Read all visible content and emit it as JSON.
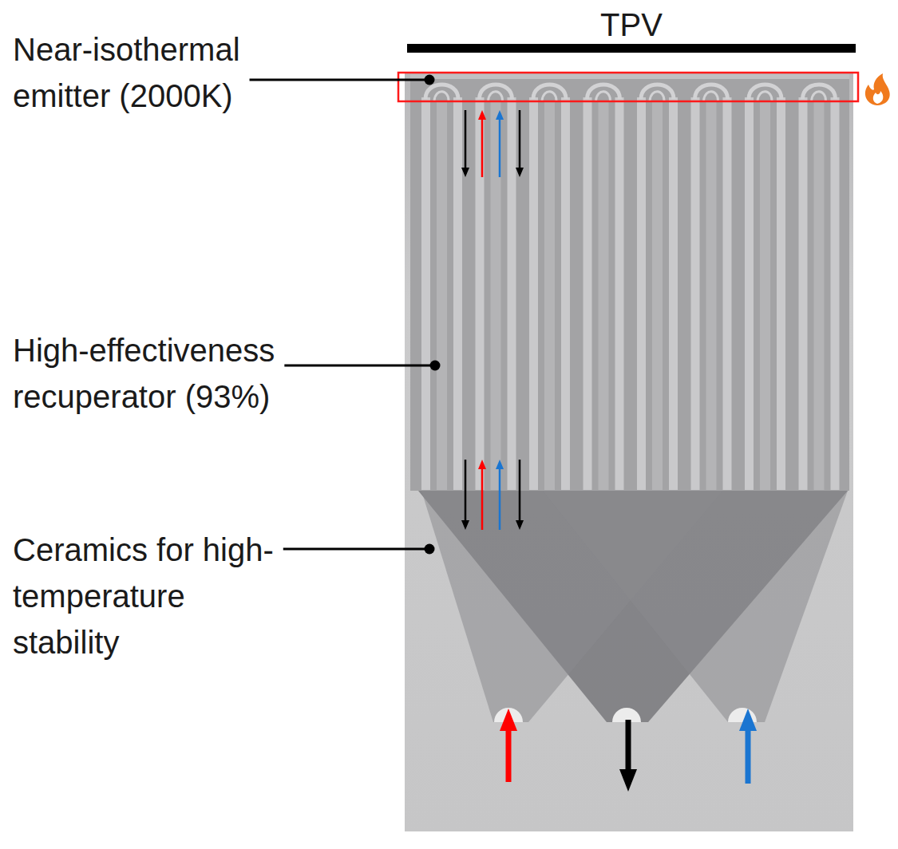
{
  "diagram": {
    "labels": [
      "TPV",
      "Near-isothermal emitter (2000K)",
      "High-effectiveness recuperator (93%)",
      "Ceramics for high-temperature stability"
    ]
  }
}
